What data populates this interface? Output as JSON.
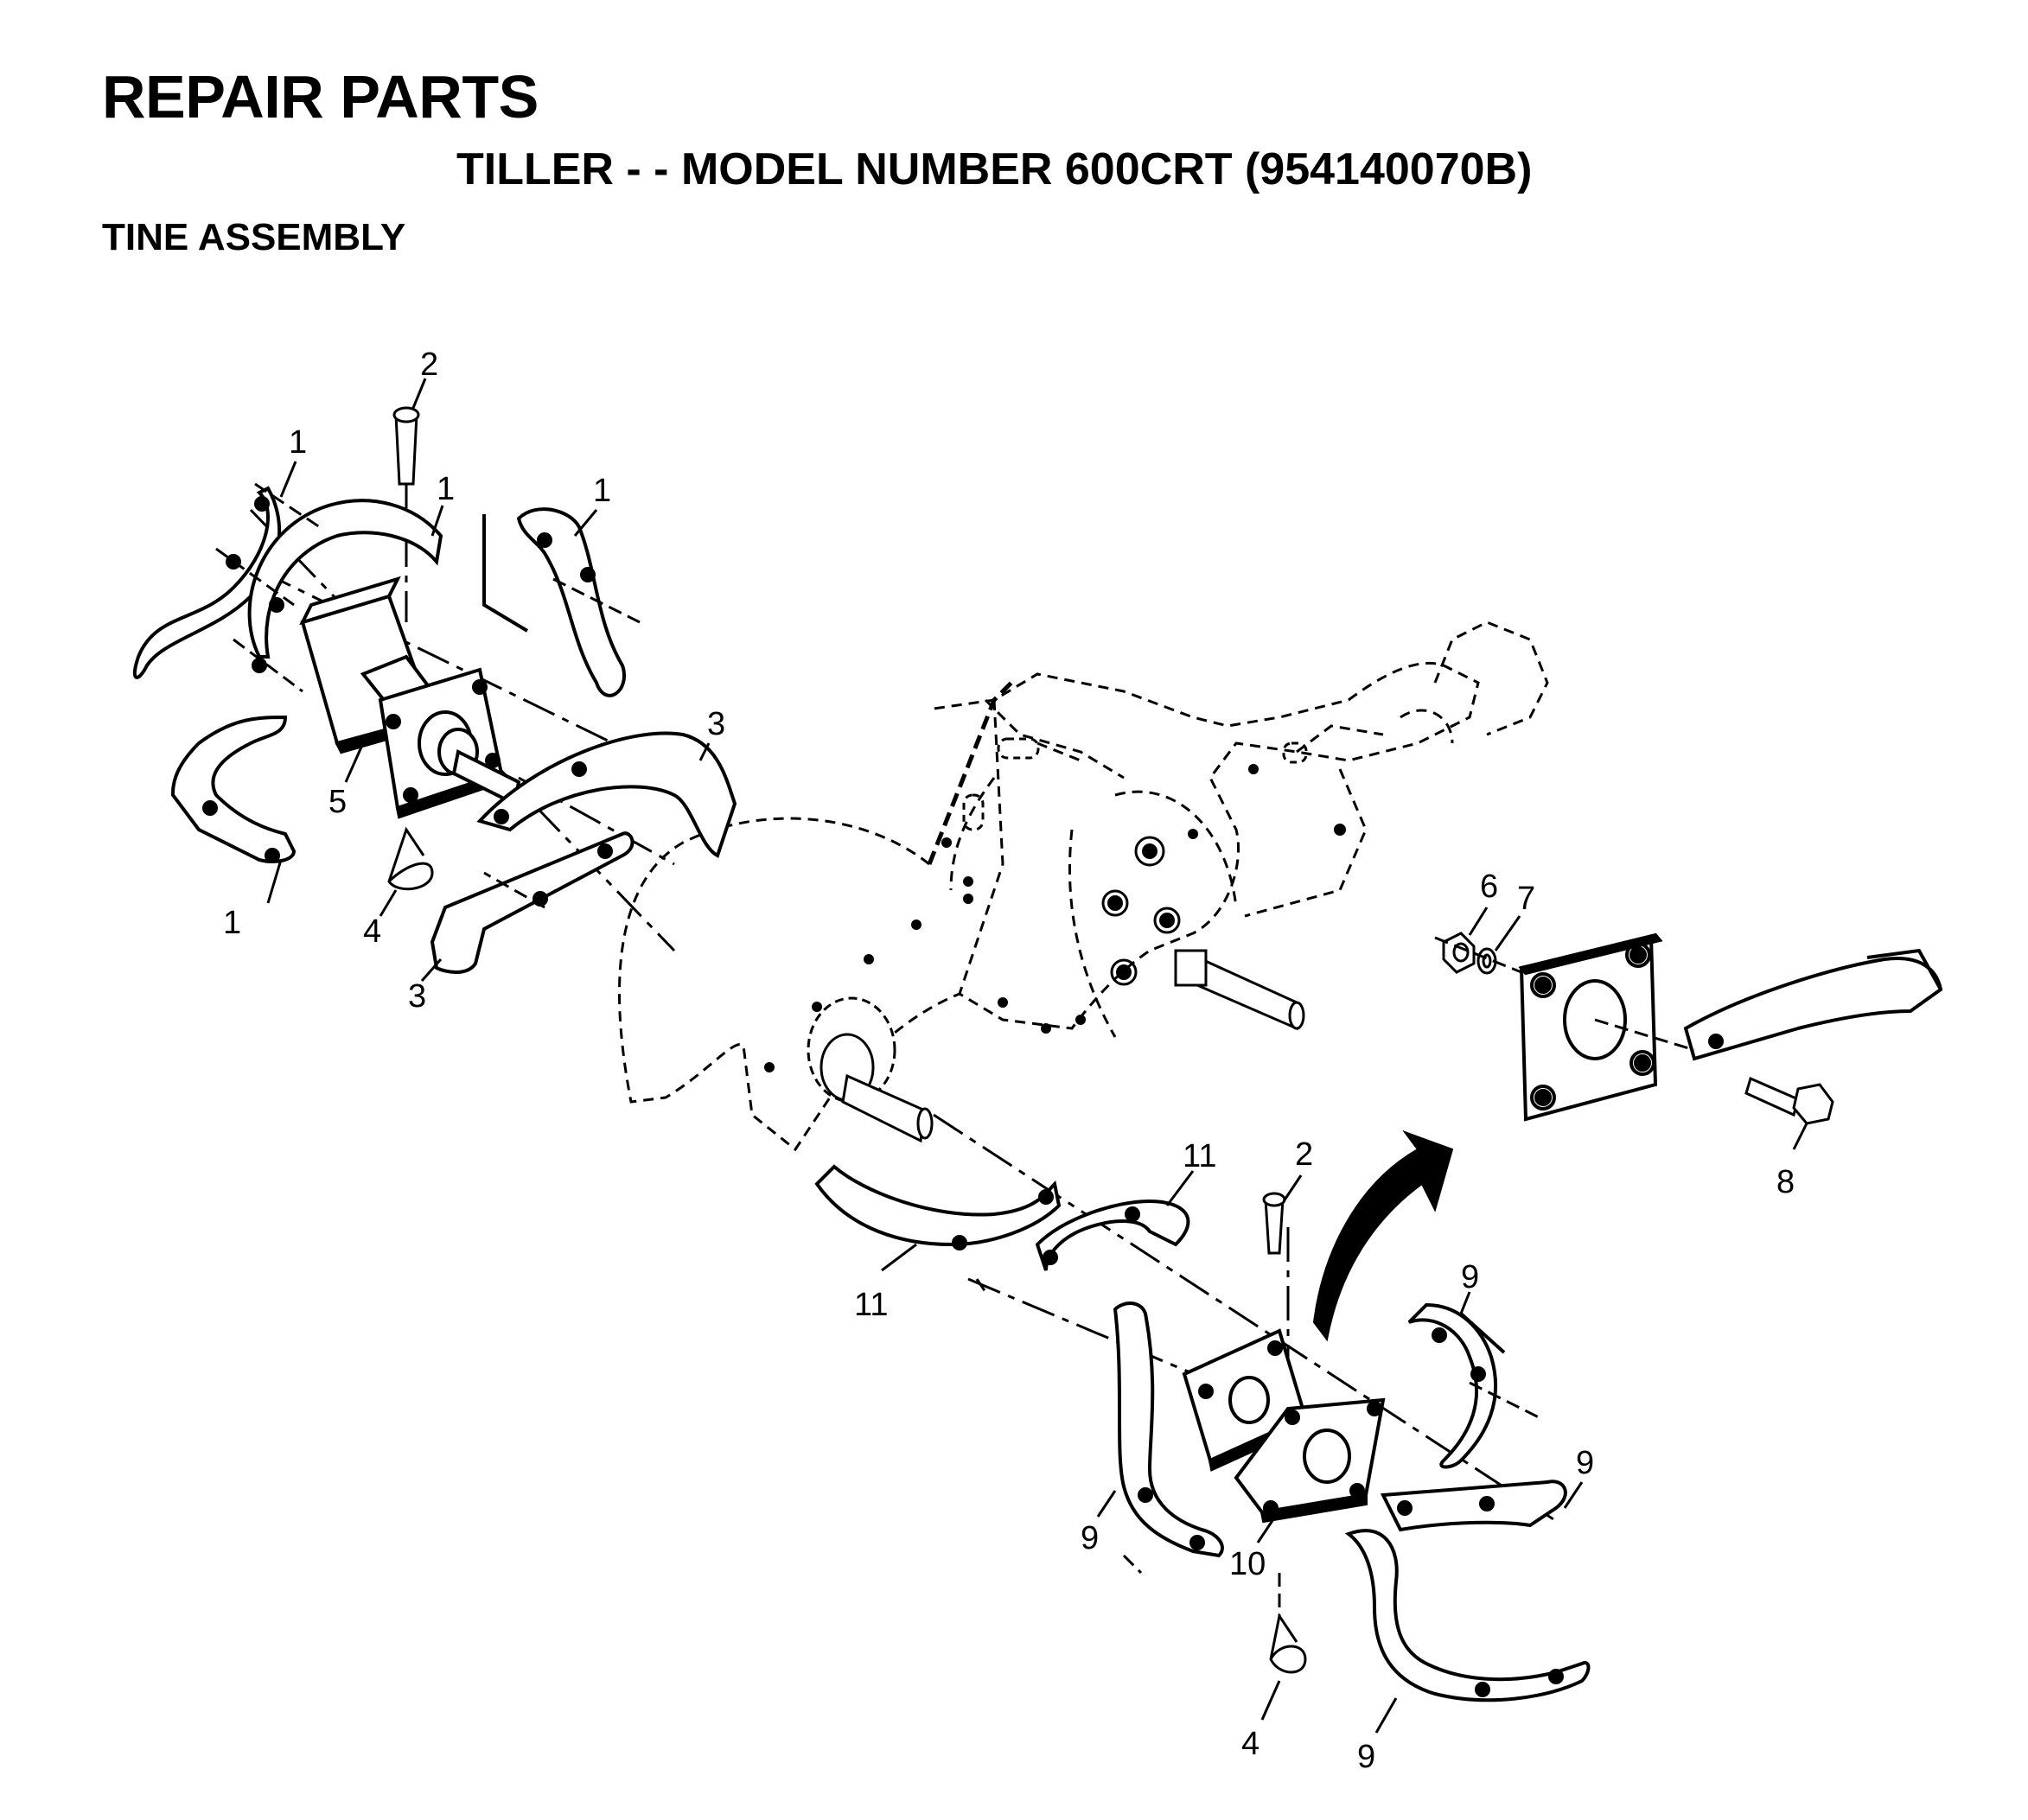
{
  "header": {
    "title": "REPAIR PARTS",
    "subtitle": "TILLER - - MODEL NUMBER 600CRT (954140070B)",
    "section": "TINE ASSEMBLY"
  },
  "callouts": {
    "c1a": "1",
    "c1b": "1",
    "c1c": "1",
    "c1d": "1",
    "c2a": "2",
    "c2b": "2",
    "c3a": "3",
    "c3b": "3",
    "c4a": "4",
    "c4b": "4",
    "c5": "5",
    "c6": "6",
    "c7": "7",
    "c8": "8",
    "c9a": "9",
    "c9b": "9",
    "c9c": "9",
    "c9d": "9",
    "c10": "10",
    "c11a": "11",
    "c11b": "11"
  }
}
